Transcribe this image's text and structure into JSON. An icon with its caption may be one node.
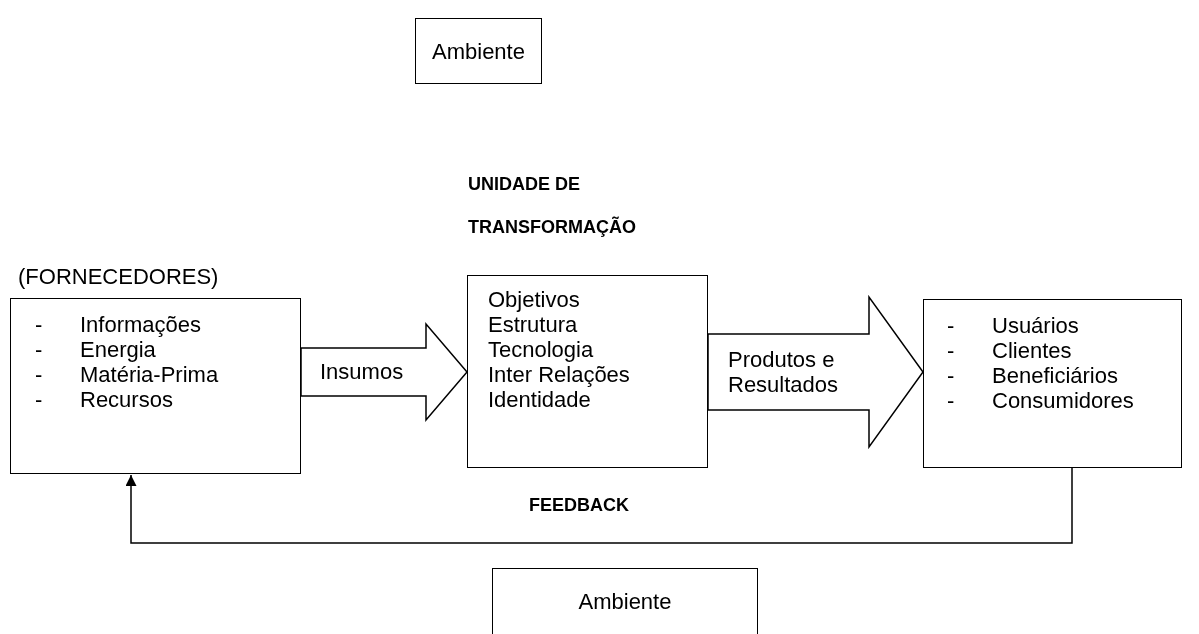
{
  "diagram": {
    "nodes": [
      {
        "text": [
          "Ambiente"
        ]
      },
      {
        "text": [
          "- Informações",
          "- Energia",
          "- Matéria-Prima",
          "- Recursos"
        ],
        "beside": [
          "(FORNECEDORES)"
        ]
      },
      {
        "text": [
          "Objetivos",
          "Estrutura",
          "Tecnologia",
          "Inter Relações",
          "Identidade"
        ],
        "beside": [
          "UNIDADE DE TRANSFORMAÇÃO"
        ]
      },
      {
        "text": [
          "- Usuários",
          "- Clientes",
          "- Beneficiários",
          "- Consumidores"
        ]
      },
      {
        "text": [
          "Ambiente"
        ]
      }
    ],
    "edges": [
      {
        "from": 1,
        "to": 2,
        "arrow": "to",
        "label": "Insumos",
        "style": "thick"
      },
      {
        "from": 2,
        "to": 3,
        "arrow": "to",
        "label": "Produtos e Resultados",
        "style": "thick"
      },
      {
        "from": 3,
        "to": 1,
        "arrow": "to",
        "label": "FEEDBACK"
      }
    ]
  }
}
